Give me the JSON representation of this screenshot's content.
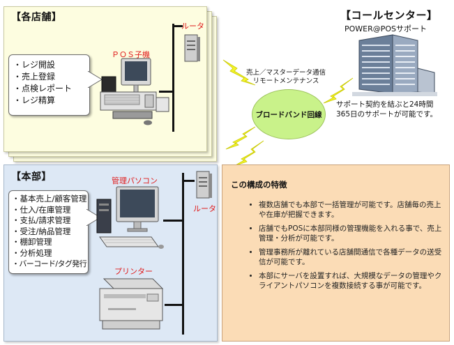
{
  "store": {
    "title": "【各店舗】",
    "pos_label": "ＰＯＳ子機",
    "router_label": "ルータ",
    "items": [
      "レジ開設",
      "売上登録",
      "点検レポート",
      "レジ精算"
    ]
  },
  "callcenter": {
    "title": "【コールセンター】",
    "subtitle": "POWER@POSサポート",
    "note_line1": "サポート契約を結ぶと24時間",
    "note_line2": "365日のサポートが可能です。"
  },
  "network": {
    "comm_line1": "売上／マスターデータ通信",
    "comm_line2": "リモートメンテナンス",
    "broadband_label": "ブロードバンド回線"
  },
  "hq": {
    "title": "【本部】",
    "pc_label": "管理パソコン",
    "router_label": "ルータ",
    "printer_label": "プリンター",
    "items": [
      "基本売上/顧客管理",
      "仕入/在庫管理",
      "支払/請求管理",
      "受注/納品管理",
      "棚卸管理",
      "分析処理",
      "バーコード/タグ発行"
    ]
  },
  "features": {
    "title": "この構成の特徴",
    "items": [
      "複数店舗でも本部で一括管理が可能です。店舗毎の売上や在庫が把握できます。",
      "店舗でもPOSに本部同様の管理機能を入れる事で、売上管理・分析が可能です。",
      "管理事務所が離れている店舗間通信で各種データの送受信が可能です。",
      "本部にサーバを設置すれば、大規模なデータの管理やクライアントパソコンを複数接続する事が可能です。"
    ]
  },
  "colors": {
    "store_bg": "#fdfde0",
    "hq_bg": "#dde8f5",
    "features_bg": "#fbdcb6",
    "broadband_bg": "#c9f28a",
    "lightning": "#f4f42a",
    "label_red": "#e01b1b"
  }
}
